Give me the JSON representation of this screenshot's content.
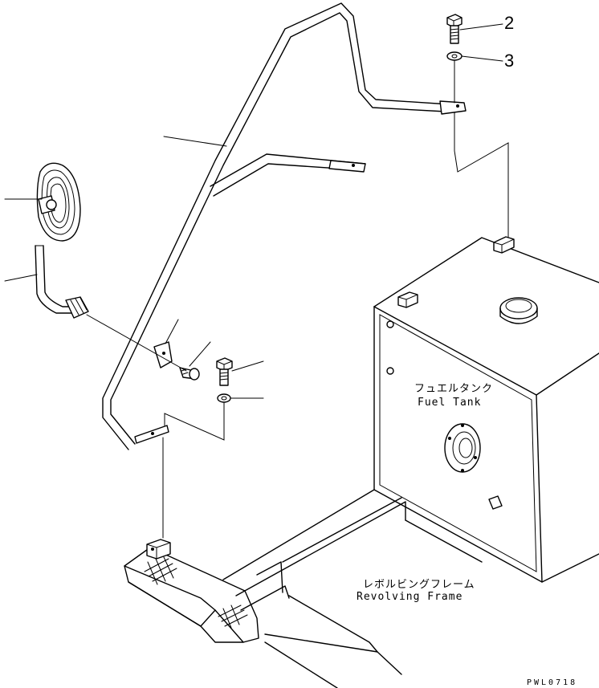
{
  "callouts": [
    {
      "number": "2"
    },
    {
      "number": "3"
    }
  ],
  "labels": {
    "fuel_tank_jp": "フュエルタンク",
    "fuel_tank_en": "Fuel Tank",
    "revolving_frame_jp": "レボルビングフレーム",
    "revolving_frame_en": "Revolving Frame"
  },
  "drawing_code": "PWL0718"
}
